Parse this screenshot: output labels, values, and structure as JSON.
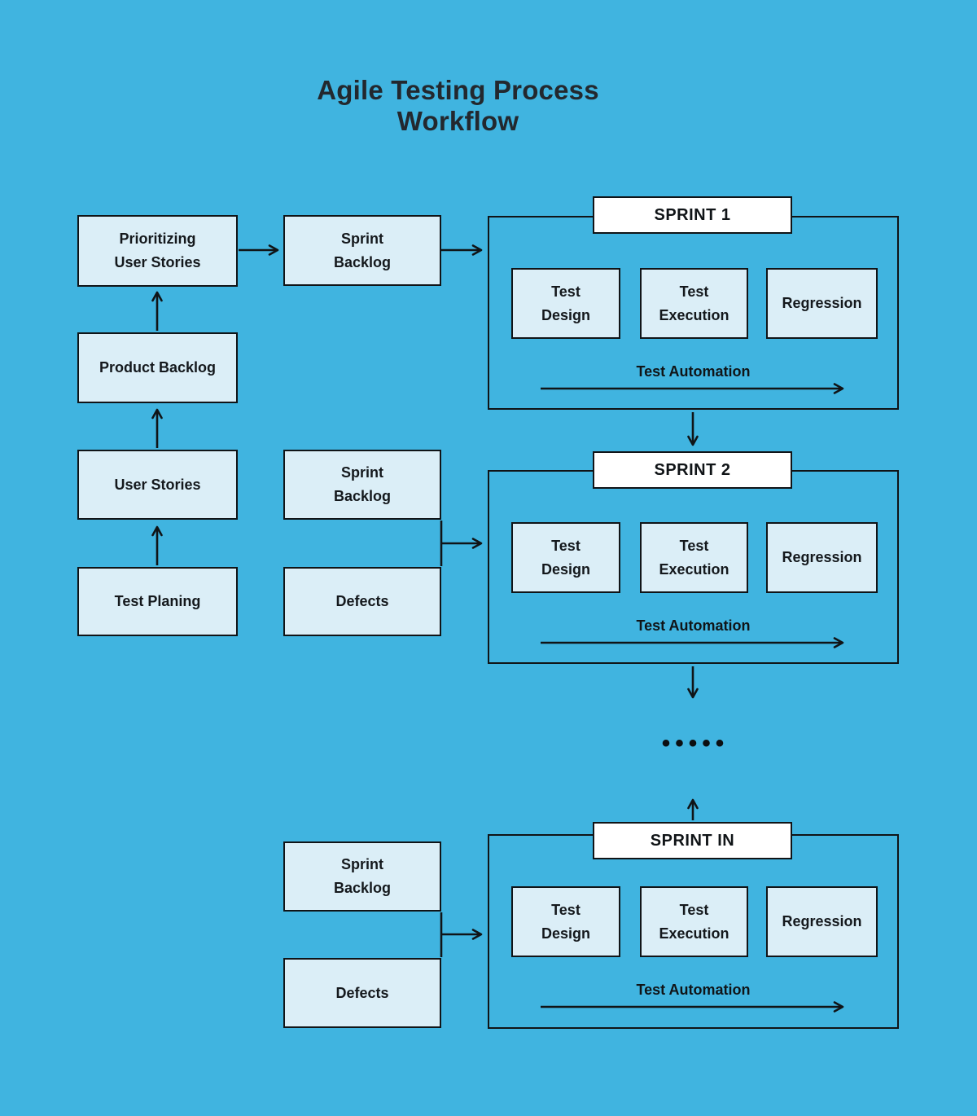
{
  "title": "Agile Testing Process Workflow",
  "ellipsis": "•••••",
  "colors": {
    "background": "#40b4e0",
    "node_fill": "#dbeef7",
    "sprint_header_fill": "#ffffff",
    "line_and_text": "#101417"
  },
  "planning_chain": {
    "test_planing": "Test Planing",
    "user_stories": "User Stories",
    "product_backlog": "Product Backlog",
    "prioritizing_user_stories": "Prioritizing\nUser Stories"
  },
  "sprint_inputs": {
    "sprint1_backlog": "Sprint\nBacklog",
    "sprint2_backlog": "Sprint\nBacklog",
    "sprint2_defects": "Defects",
    "sprintn_backlog": "Sprint\nBacklog",
    "sprintn_defects": "Defects"
  },
  "sprints": [
    {
      "title": "SPRINT 1",
      "test_design": "Test\nDesign",
      "test_execution": "Test\nExecution",
      "regression": "Regression",
      "automation_label": "Test Automation"
    },
    {
      "title": "SPRINT 2",
      "test_design": "Test\nDesign",
      "test_execution": "Test\nExecution",
      "regression": "Regression",
      "automation_label": "Test Automation"
    },
    {
      "title": "SPRINT IN",
      "test_design": "Test\nDesign",
      "test_execution": "Test\nExecution",
      "regression": "Regression",
      "automation_label": "Test Automation"
    }
  ]
}
